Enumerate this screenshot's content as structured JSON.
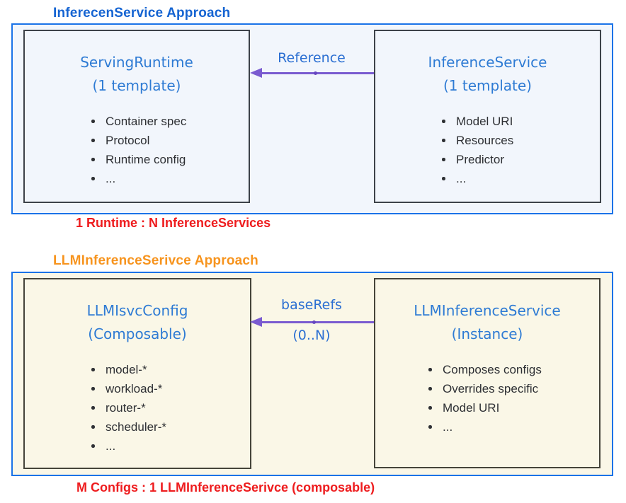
{
  "colors": {
    "outer-border": "#1a73e8",
    "section1-fill": "#f2f6fc",
    "section2-fill": "#faf7e7",
    "inner-border-1": "#3d4249",
    "inner-border-2": "#45443a",
    "title-blue": "#1564d2",
    "heading-blue": "#2e7bd4",
    "label-blue": "#2b6fd2",
    "title-orange": "#f7941e",
    "caption-red": "#ee1c1e",
    "arrow-purple": "#7a5bd0",
    "arrow-dot": "#6747c0",
    "body-text": "#2e3034"
  },
  "section1": {
    "title": "InferecenService Approach",
    "left_box": {
      "title": "ServingRuntime",
      "subtitle": "(1 template)",
      "items": [
        "Container spec",
        "Protocol",
        "Runtime config",
        "..."
      ]
    },
    "right_box": {
      "title": "InferenceService",
      "subtitle": "(1 template)",
      "items": [
        "Model URI",
        "Resources",
        "Predictor",
        "..."
      ]
    },
    "arrow": {
      "label": "Reference"
    },
    "caption": "1 Runtime : N InferenceServices"
  },
  "section2": {
    "title": "LLMInferenceSerivce Approach",
    "left_box": {
      "title": "LLMIsvcConfig",
      "subtitle": "(Composable)",
      "items": [
        "model-*",
        "workload-*",
        "router-*",
        "scheduler-*",
        "..."
      ]
    },
    "right_box": {
      "title": "LLMInferenceService",
      "subtitle": "(Instance)",
      "items": [
        "Composes configs",
        "Overrides specific",
        "Model URI",
        "..."
      ]
    },
    "arrow": {
      "label": "baseRefs",
      "sublabel": "(0..N)"
    },
    "caption": "M Configs : 1 LLMInferenceSerivce (composable)"
  }
}
